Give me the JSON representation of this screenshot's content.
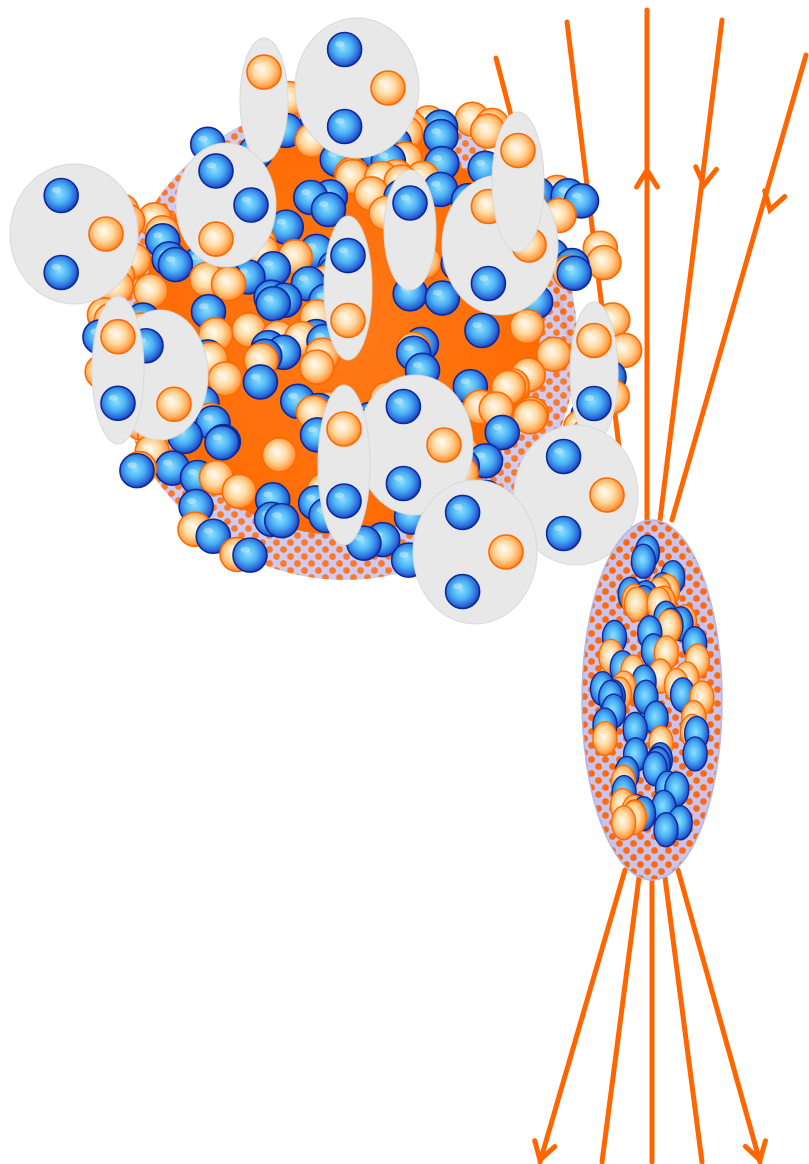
{
  "colors": {
    "background": "#ffffff",
    "field_line": "#ff6600",
    "cluster_pill": "#e8e8e8",
    "cluster_pill_stroke": "#d8d8d8",
    "blue_particle_dark": "#0a2a9a",
    "blue_particle_mid": "#2f6fe0",
    "blue_particle_light": "#5bc4ff",
    "orange_particle_rim": "#ff6a00",
    "orange_particle_mid": "#ffb56b",
    "orange_particle_light": "#fff4dd",
    "nucleus_lavender": "#c9c4ee"
  },
  "icons": {
    "proton": "orange-sphere",
    "neutron": "blue-sphere",
    "arrowhead": "chevron-arrowhead"
  }
}
